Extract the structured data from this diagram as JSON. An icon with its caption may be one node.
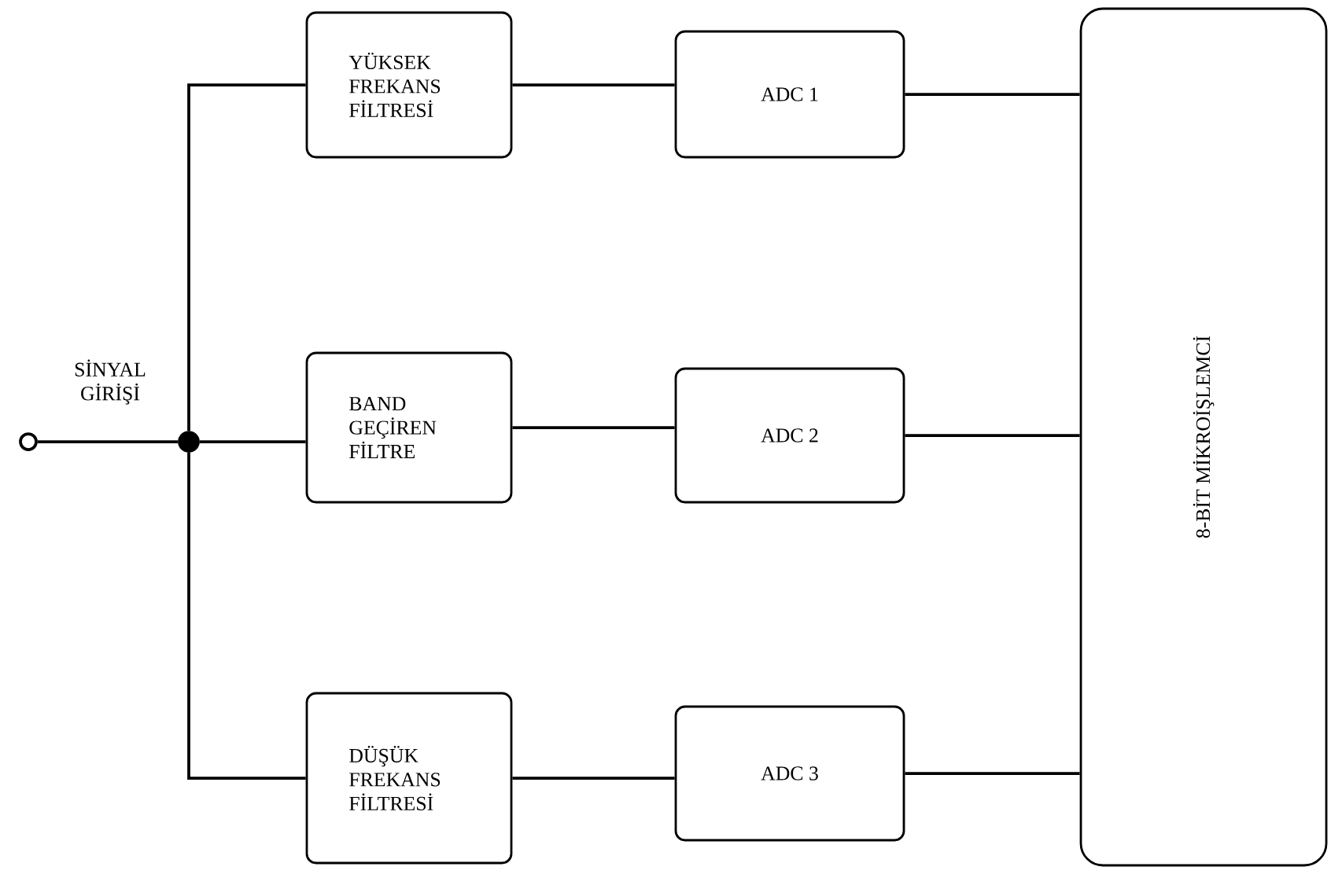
{
  "diagram": {
    "nodes": [
      {
        "text": [],
        "shape": "circle"
      },
      {
        "text": [],
        "shape": "circle"
      },
      {
        "text": [
          "YÜKSEK FREKANS FİLTRESİ"
        ]
      },
      {
        "text": [
          "BAND GEÇİREN FİLTRE"
        ]
      },
      {
        "text": [
          "DÜŞÜK FREKANS FİLTRESİ"
        ]
      },
      {
        "text": [
          "ADC 1"
        ]
      },
      {
        "text": [
          "ADC 2"
        ]
      },
      {
        "text": [
          "ADC 3"
        ]
      },
      {
        "text": [
          "8-BİT MİKROİŞLEMCİ"
        ]
      }
    ],
    "edges": [
      {
        "from": 0,
        "to": 1,
        "arrow": "none"
      },
      {
        "from": 1,
        "to": 2,
        "arrow": "none"
      },
      {
        "from": 1,
        "to": 3,
        "arrow": "none"
      },
      {
        "from": 1,
        "to": 4,
        "arrow": "none"
      },
      {
        "from": 2,
        "to": 5,
        "arrow": "none"
      },
      {
        "from": 3,
        "to": 6,
        "arrow": "none"
      },
      {
        "from": 4,
        "to": 7,
        "arrow": "none"
      },
      {
        "from": 5,
        "to": 8,
        "arrow": "none"
      },
      {
        "from": 6,
        "to": 8,
        "arrow": "none"
      },
      {
        "from": 7,
        "to": 8,
        "arrow": "none"
      }
    ],
    "labels": [
      "SİNYAL GİRİŞİ"
    ]
  }
}
